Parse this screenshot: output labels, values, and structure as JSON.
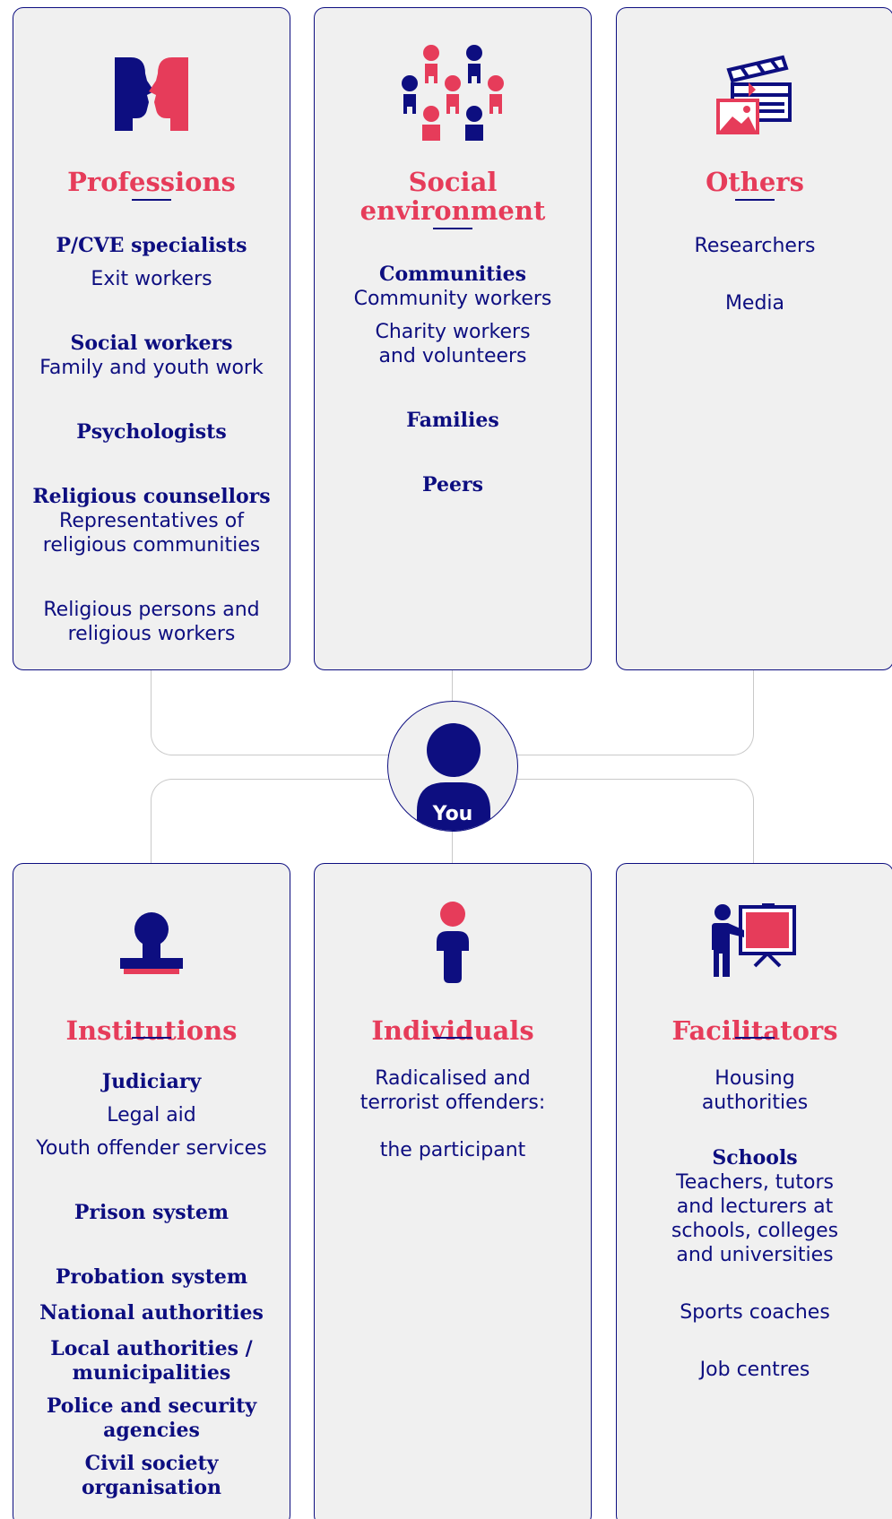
{
  "colors": {
    "navy": "#0d0e80",
    "red": "#e63c5a",
    "card_bg": "#f0f0f0",
    "line": "#c9c9c9"
  },
  "center": {
    "label": "You",
    "icon": "person-icon"
  },
  "professions": {
    "icon": "faces-icon",
    "title": "Professions",
    "g1_head": "P/CVE specialists",
    "g1_sub": "Exit workers",
    "g2_head": "Social workers",
    "g2_sub": "Family and youth work",
    "g3_head": "Psychologists",
    "g4_head": "Religious counsellors",
    "g4_sub": "Representatives of religious communities",
    "g5_text": "Religious persons and religious workers"
  },
  "social": {
    "icon": "group-icon",
    "title_line1": "Social",
    "title_line2": "environment",
    "g1_head": "Communities",
    "g1_sub1": "Community workers",
    "g1_sub2": "Charity workers and volunteers",
    "g2_head": "Families",
    "g3_head": "Peers"
  },
  "others": {
    "icon": "media-icon",
    "title": "Others",
    "item1": "Researchers",
    "item2": "Media"
  },
  "institutions": {
    "icon": "stamp-icon",
    "title": "Institutions",
    "g1_head": "Judiciary",
    "g1_sub1": "Legal aid",
    "g1_sub2": "Youth offender services",
    "g2_head": "Prison system",
    "g3_head": "Probation system",
    "g4_head": "National authorities",
    "g5_head": "Local authorities / municipalities",
    "g6_head": "Police and security agencies",
    "g7_head": "Civil society organisation"
  },
  "individuals": {
    "icon": "individual-icon",
    "title": "Individuals",
    "text1": "Radicalised and terrorist offenders:",
    "text2": "the participant"
  },
  "facilitators": {
    "icon": "presenter-icon",
    "title": "Facilitators",
    "item1": "Housing authorities",
    "g2_head": "Schools",
    "g2_sub": "Teachers, tutors and lecturers at schools, colleges and universities",
    "item3": "Sports coaches",
    "item4": "Job centres"
  }
}
